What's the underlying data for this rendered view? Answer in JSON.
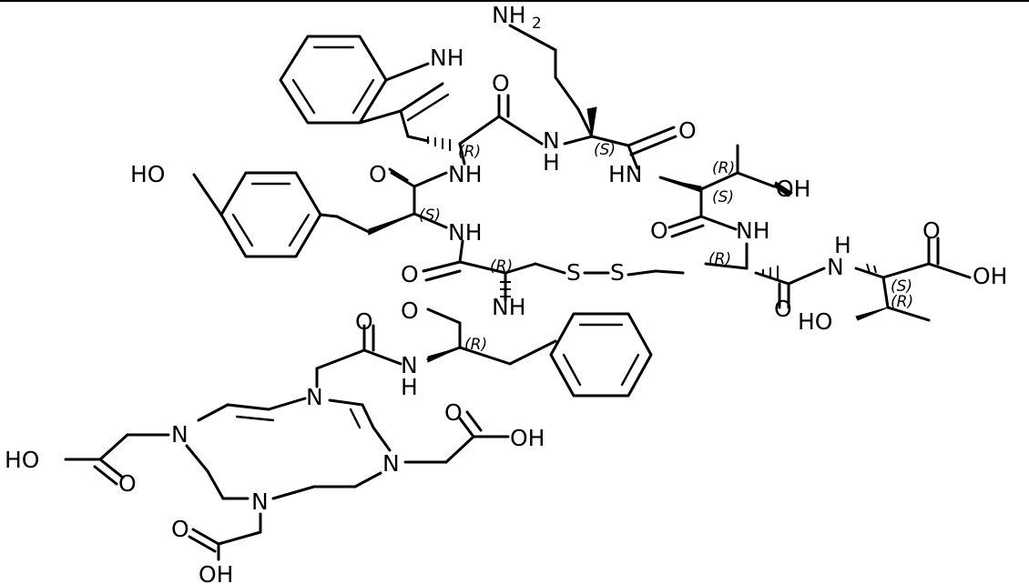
{
  "labels": {
    "nh2": "NH",
    "nh2_sub": "2",
    "indole_nh": "NH",
    "ho_tyr": "HO",
    "oh_thr": "OH",
    "oh_acid": "OH",
    "ho_thrc": "HO",
    "s1": "S",
    "s2": "S",
    "ho_dota_left": "HO",
    "oh_dota_right": "OH",
    "oh_dota_bottom": "OH",
    "n_ring_top": "N",
    "n_ring_left": "N",
    "n_ring_right": "N",
    "n_ring_bottom": "N",
    "o": "O",
    "nh": "NH",
    "hn": "HN",
    "n": "N",
    "h": "H"
  },
  "stereo": {
    "r": "(R)",
    "s": "(S)"
  }
}
